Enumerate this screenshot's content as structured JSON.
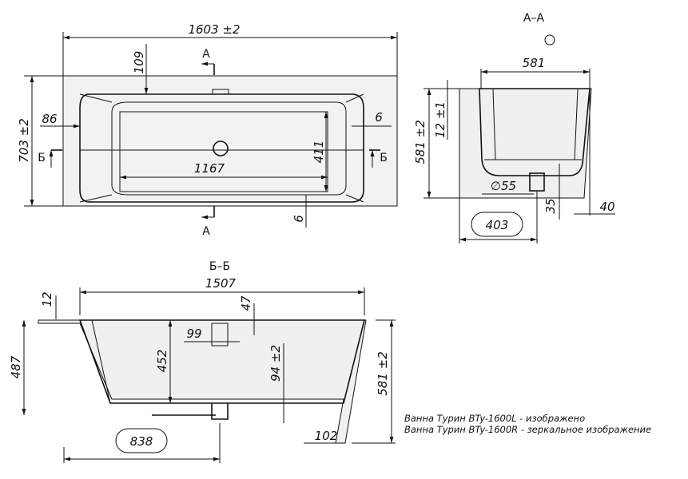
{
  "plan_view": {
    "length": "1603 ±2",
    "width": "703 ±2",
    "rim_back": "109",
    "rim_side": "86",
    "gap_right": "6",
    "gap_bottom": "6",
    "floor_length": "1167",
    "floor_width": "411",
    "cut_a_top": "А",
    "cut_a_bottom": "А",
    "cut_b_left": "Б",
    "cut_b_right": "Б"
  },
  "section_a": {
    "title": "А–А",
    "width": "581",
    "height": "581 ±2",
    "rim": "12 ±1",
    "drain_diameter": "∅55",
    "drain_height": "35",
    "offset": "40",
    "base_width": "403"
  },
  "section_b": {
    "title": "Б–Б",
    "length": "1507",
    "rim": "12",
    "overflow_offset": "47",
    "overflow_width": "99",
    "depth": "452",
    "inner_height": "487",
    "floor_height": "94 ±2",
    "height": "581 ±2",
    "offset": "102",
    "drain_position": "838"
  },
  "notes": [
    "Ванна Турин BTy-1600L - изображено",
    "Ванна Турин BTy-1600R - зеркальное изображение"
  ]
}
